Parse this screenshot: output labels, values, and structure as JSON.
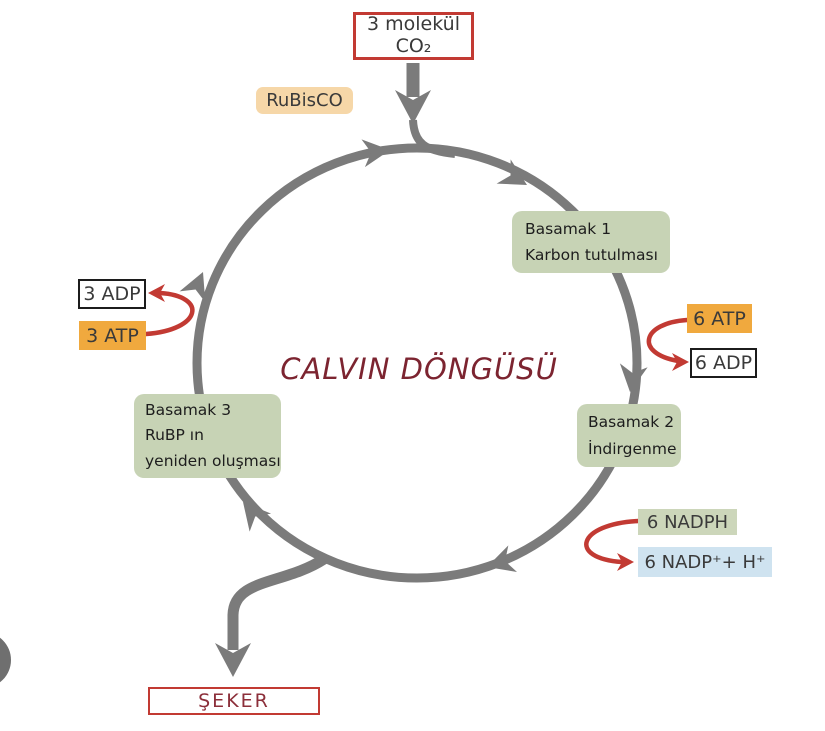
{
  "title": "CALVIN DÖNGÜSÜ",
  "nodes": {
    "co2": {
      "line1": "3 molekül",
      "line2": "CO₂"
    },
    "rubisco": "RuBisCO",
    "basamak1": {
      "line1": "Basamak 1",
      "line2": "Karbon tutulması"
    },
    "atp6": "6 ATP",
    "adp6": "6 ADP",
    "basamak2": {
      "line1": "Basamak 2",
      "line2": "İndirgenme"
    },
    "nadph": "6 NADPH",
    "nadp": "6 NADP⁺+ H⁺",
    "basamak3": {
      "line1": "Basamak 3",
      "line2": "RuBP ın",
      "line3": "yeniden oluşması"
    },
    "adp3": "3 ADP",
    "atp3": "3 ATP",
    "seker": "ŞEKER"
  },
  "colors": {
    "cycle_gray": "#7b7b7b",
    "red_accent": "#c23a33",
    "orange_box": "#f0a93e",
    "green_box": "#c7d3b5",
    "light_green_box": "#ccd6ba",
    "light_blue_box": "#cfe3f0",
    "peach_box": "#f6d7a8",
    "maroon_text": "#7c2430",
    "red_box_border": "#c23a33",
    "black_box_border": "#1c1c1c"
  }
}
